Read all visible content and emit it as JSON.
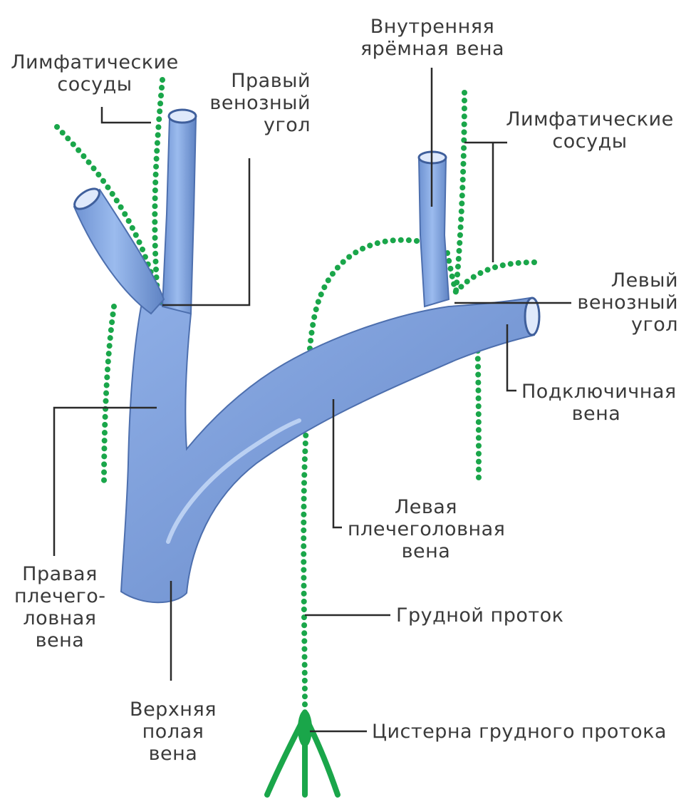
{
  "colors": {
    "vein_fill": "#86a8e0",
    "vein_light": "#b5cdf2",
    "vein_dark": "#4d6fae",
    "lymph": "#1aa64a",
    "leader": "#2a2a2a",
    "text": "#3a3a3a"
  },
  "labels": {
    "lymph_left": [
      "Лимфатические",
      "сосуды"
    ],
    "right_venous_angle": [
      "Правый",
      "венозный",
      "угол"
    ],
    "internal_jugular": [
      "Внутренняя",
      "ярёмная вена"
    ],
    "lymph_right": [
      "Лимфатические",
      "сосуды"
    ],
    "left_venous_angle": [
      "Левый",
      "венозный",
      "угол"
    ],
    "subclavian": [
      "Подключичная",
      "вена"
    ],
    "left_brachiocephalic": [
      "Левая",
      "плечеголовная",
      "вена"
    ],
    "right_brachiocephalic": [
      "Правая",
      "плечего-",
      "ловная",
      "вена"
    ],
    "thoracic_duct": [
      "Грудной проток"
    ],
    "superior_vena_cava": [
      "Верхняя",
      "полая",
      "вена"
    ],
    "cisterna": [
      "Цистерна грудного протока"
    ]
  }
}
